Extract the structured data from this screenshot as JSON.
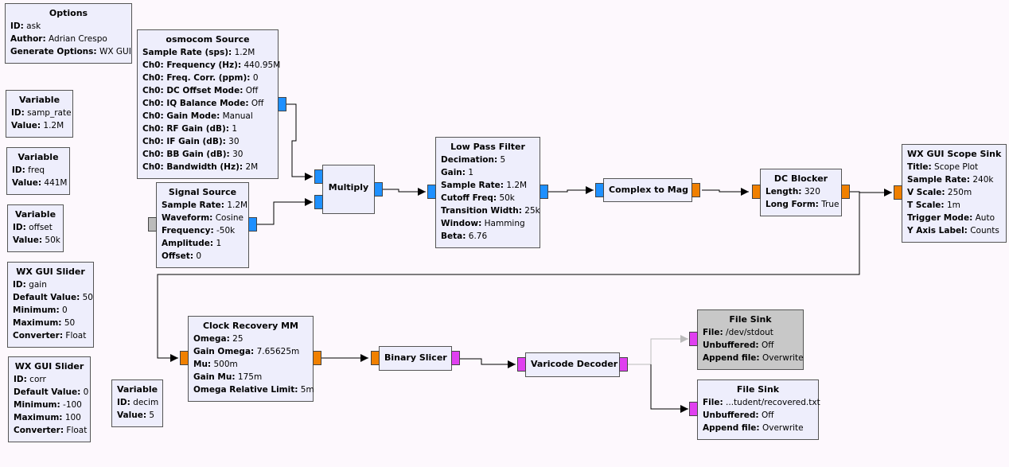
{
  "colors": {
    "complex_port": "#1e90ff",
    "float_port": "#f08000",
    "byte_port": "#e040f0",
    "disabled_port": "#bbbbbb",
    "block_fill": "#eeeefc",
    "disabled_fill": "#c8c8c8",
    "canvas": "#fdf8fd"
  },
  "blocks": {
    "options": {
      "title": "Options",
      "params": [
        {
          "k": "ID:",
          "v": "ask"
        },
        {
          "k": "Author:",
          "v": "Adrian Crespo"
        },
        {
          "k": "Generate Options:",
          "v": "WX GUI"
        }
      ]
    },
    "var_samp_rate": {
      "title": "Variable",
      "params": [
        {
          "k": "ID:",
          "v": "samp_rate"
        },
        {
          "k": "Value:",
          "v": "1.2M"
        }
      ]
    },
    "var_freq": {
      "title": "Variable",
      "params": [
        {
          "k": "ID:",
          "v": "freq"
        },
        {
          "k": "Value:",
          "v": "441M"
        }
      ]
    },
    "var_offset": {
      "title": "Variable",
      "params": [
        {
          "k": "ID:",
          "v": "offset"
        },
        {
          "k": "Value:",
          "v": "50k"
        }
      ]
    },
    "slider_gain": {
      "title": "WX GUI Slider",
      "params": [
        {
          "k": "ID:",
          "v": "gain"
        },
        {
          "k": "Default Value:",
          "v": "50"
        },
        {
          "k": "Minimum:",
          "v": "0"
        },
        {
          "k": "Maximum:",
          "v": "50"
        },
        {
          "k": "Converter:",
          "v": "Float"
        }
      ]
    },
    "slider_corr": {
      "title": "WX GUI Slider",
      "params": [
        {
          "k": "ID:",
          "v": "corr"
        },
        {
          "k": "Default Value:",
          "v": "0"
        },
        {
          "k": "Minimum:",
          "v": "-100"
        },
        {
          "k": "Maximum:",
          "v": "100"
        },
        {
          "k": "Converter:",
          "v": "Float"
        }
      ]
    },
    "var_decim": {
      "title": "Variable",
      "params": [
        {
          "k": "ID:",
          "v": "decim"
        },
        {
          "k": "Value:",
          "v": "5"
        }
      ]
    },
    "osmocom": {
      "title": "osmocom Source",
      "params": [
        {
          "k": "Sample Rate (sps):",
          "v": "1.2M"
        },
        {
          "k": "Ch0: Frequency (Hz):",
          "v": "440.95M"
        },
        {
          "k": "Ch0: Freq. Corr. (ppm):",
          "v": "0"
        },
        {
          "k": "Ch0: DC Offset Mode:",
          "v": "Off"
        },
        {
          "k": "Ch0: IQ Balance Mode:",
          "v": "Off"
        },
        {
          "k": "Ch0: Gain Mode:",
          "v": "Manual"
        },
        {
          "k": "Ch0: RF Gain (dB):",
          "v": "1"
        },
        {
          "k": "Ch0: IF Gain (dB):",
          "v": "30"
        },
        {
          "k": "Ch0: BB Gain (dB):",
          "v": "30"
        },
        {
          "k": "Ch0: Bandwidth (Hz):",
          "v": "2M"
        }
      ]
    },
    "sigsrc": {
      "title": "Signal Source",
      "params": [
        {
          "k": "Sample Rate:",
          "v": "1.2M"
        },
        {
          "k": "Waveform:",
          "v": "Cosine"
        },
        {
          "k": "Frequency:",
          "v": "-50k"
        },
        {
          "k": "Amplitude:",
          "v": "1"
        },
        {
          "k": "Offset:",
          "v": "0"
        }
      ]
    },
    "multiply": {
      "title": "Multiply",
      "params": []
    },
    "lpf": {
      "title": "Low Pass Filter",
      "params": [
        {
          "k": "Decimation:",
          "v": "5"
        },
        {
          "k": "Gain:",
          "v": "1"
        },
        {
          "k": "Sample Rate:",
          "v": "1.2M"
        },
        {
          "k": "Cutoff Freq:",
          "v": "50k"
        },
        {
          "k": "Transition Width:",
          "v": "25k"
        },
        {
          "k": "Window:",
          "v": "Hamming"
        },
        {
          "k": "Beta:",
          "v": "6.76"
        }
      ]
    },
    "c2mag": {
      "title": "Complex to Mag",
      "params": []
    },
    "dcblock": {
      "title": "DC Blocker",
      "params": [
        {
          "k": "Length:",
          "v": "320"
        },
        {
          "k": "Long Form:",
          "v": "True"
        }
      ]
    },
    "scope": {
      "title": "WX GUI Scope Sink",
      "params": [
        {
          "k": "Title:",
          "v": "Scope Plot"
        },
        {
          "k": "Sample Rate:",
          "v": "240k"
        },
        {
          "k": "V Scale:",
          "v": "250m"
        },
        {
          "k": "T Scale:",
          "v": "1m"
        },
        {
          "k": "Trigger Mode:",
          "v": "Auto"
        },
        {
          "k": "Y Axis Label:",
          "v": "Counts"
        }
      ]
    },
    "clockrec": {
      "title": "Clock Recovery MM",
      "params": [
        {
          "k": "Omega:",
          "v": "25"
        },
        {
          "k": "Gain Omega:",
          "v": "7.65625m"
        },
        {
          "k": "Mu:",
          "v": "500m"
        },
        {
          "k": "Gain Mu:",
          "v": "175m"
        },
        {
          "k": "Omega Relative Limit:",
          "v": "5m"
        }
      ]
    },
    "slicer": {
      "title": "Binary Slicer",
      "params": []
    },
    "varicode": {
      "title": "Varicode Decoder",
      "params": []
    },
    "filesink1": {
      "title": "File Sink",
      "disabled": true,
      "params": [
        {
          "k": "File:",
          "v": "/dev/stdout"
        },
        {
          "k": "Unbuffered:",
          "v": "Off"
        },
        {
          "k": "Append file:",
          "v": "Overwrite"
        }
      ]
    },
    "filesink2": {
      "title": "File Sink",
      "params": [
        {
          "k": "File:",
          "v": "...tudent/recovered.txt"
        },
        {
          "k": "Unbuffered:",
          "v": "Off"
        },
        {
          "k": "Append file:",
          "v": "Overwrite"
        }
      ]
    }
  }
}
